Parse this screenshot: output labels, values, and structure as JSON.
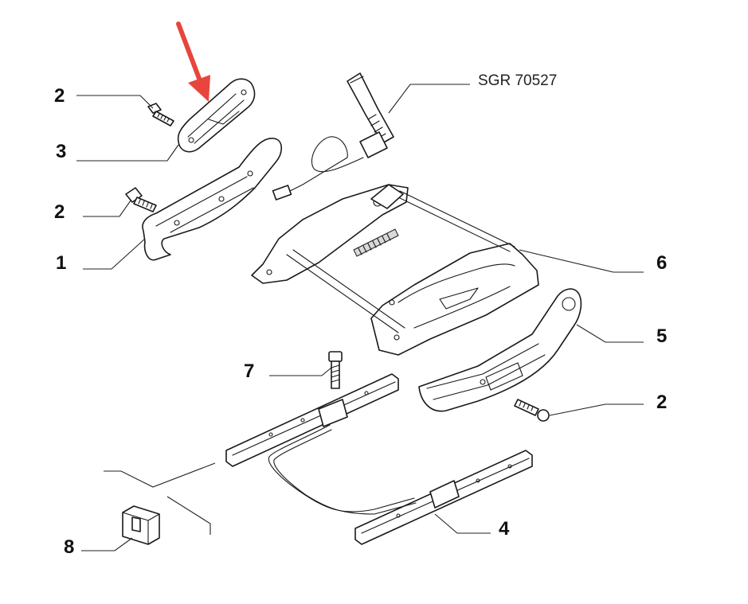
{
  "diagram": {
    "reference_code": "SGR 70527",
    "highlight_color": "#e8453c",
    "callouts": [
      {
        "id": "c2a",
        "label": "2"
      },
      {
        "id": "c3",
        "label": "3"
      },
      {
        "id": "c2b",
        "label": "2"
      },
      {
        "id": "c1",
        "label": "1"
      },
      {
        "id": "c6",
        "label": "6"
      },
      {
        "id": "c5",
        "label": "5"
      },
      {
        "id": "c7",
        "label": "7"
      },
      {
        "id": "c2c",
        "label": "2"
      },
      {
        "id": "c4",
        "label": "4"
      },
      {
        "id": "c8",
        "label": "8"
      }
    ]
  }
}
